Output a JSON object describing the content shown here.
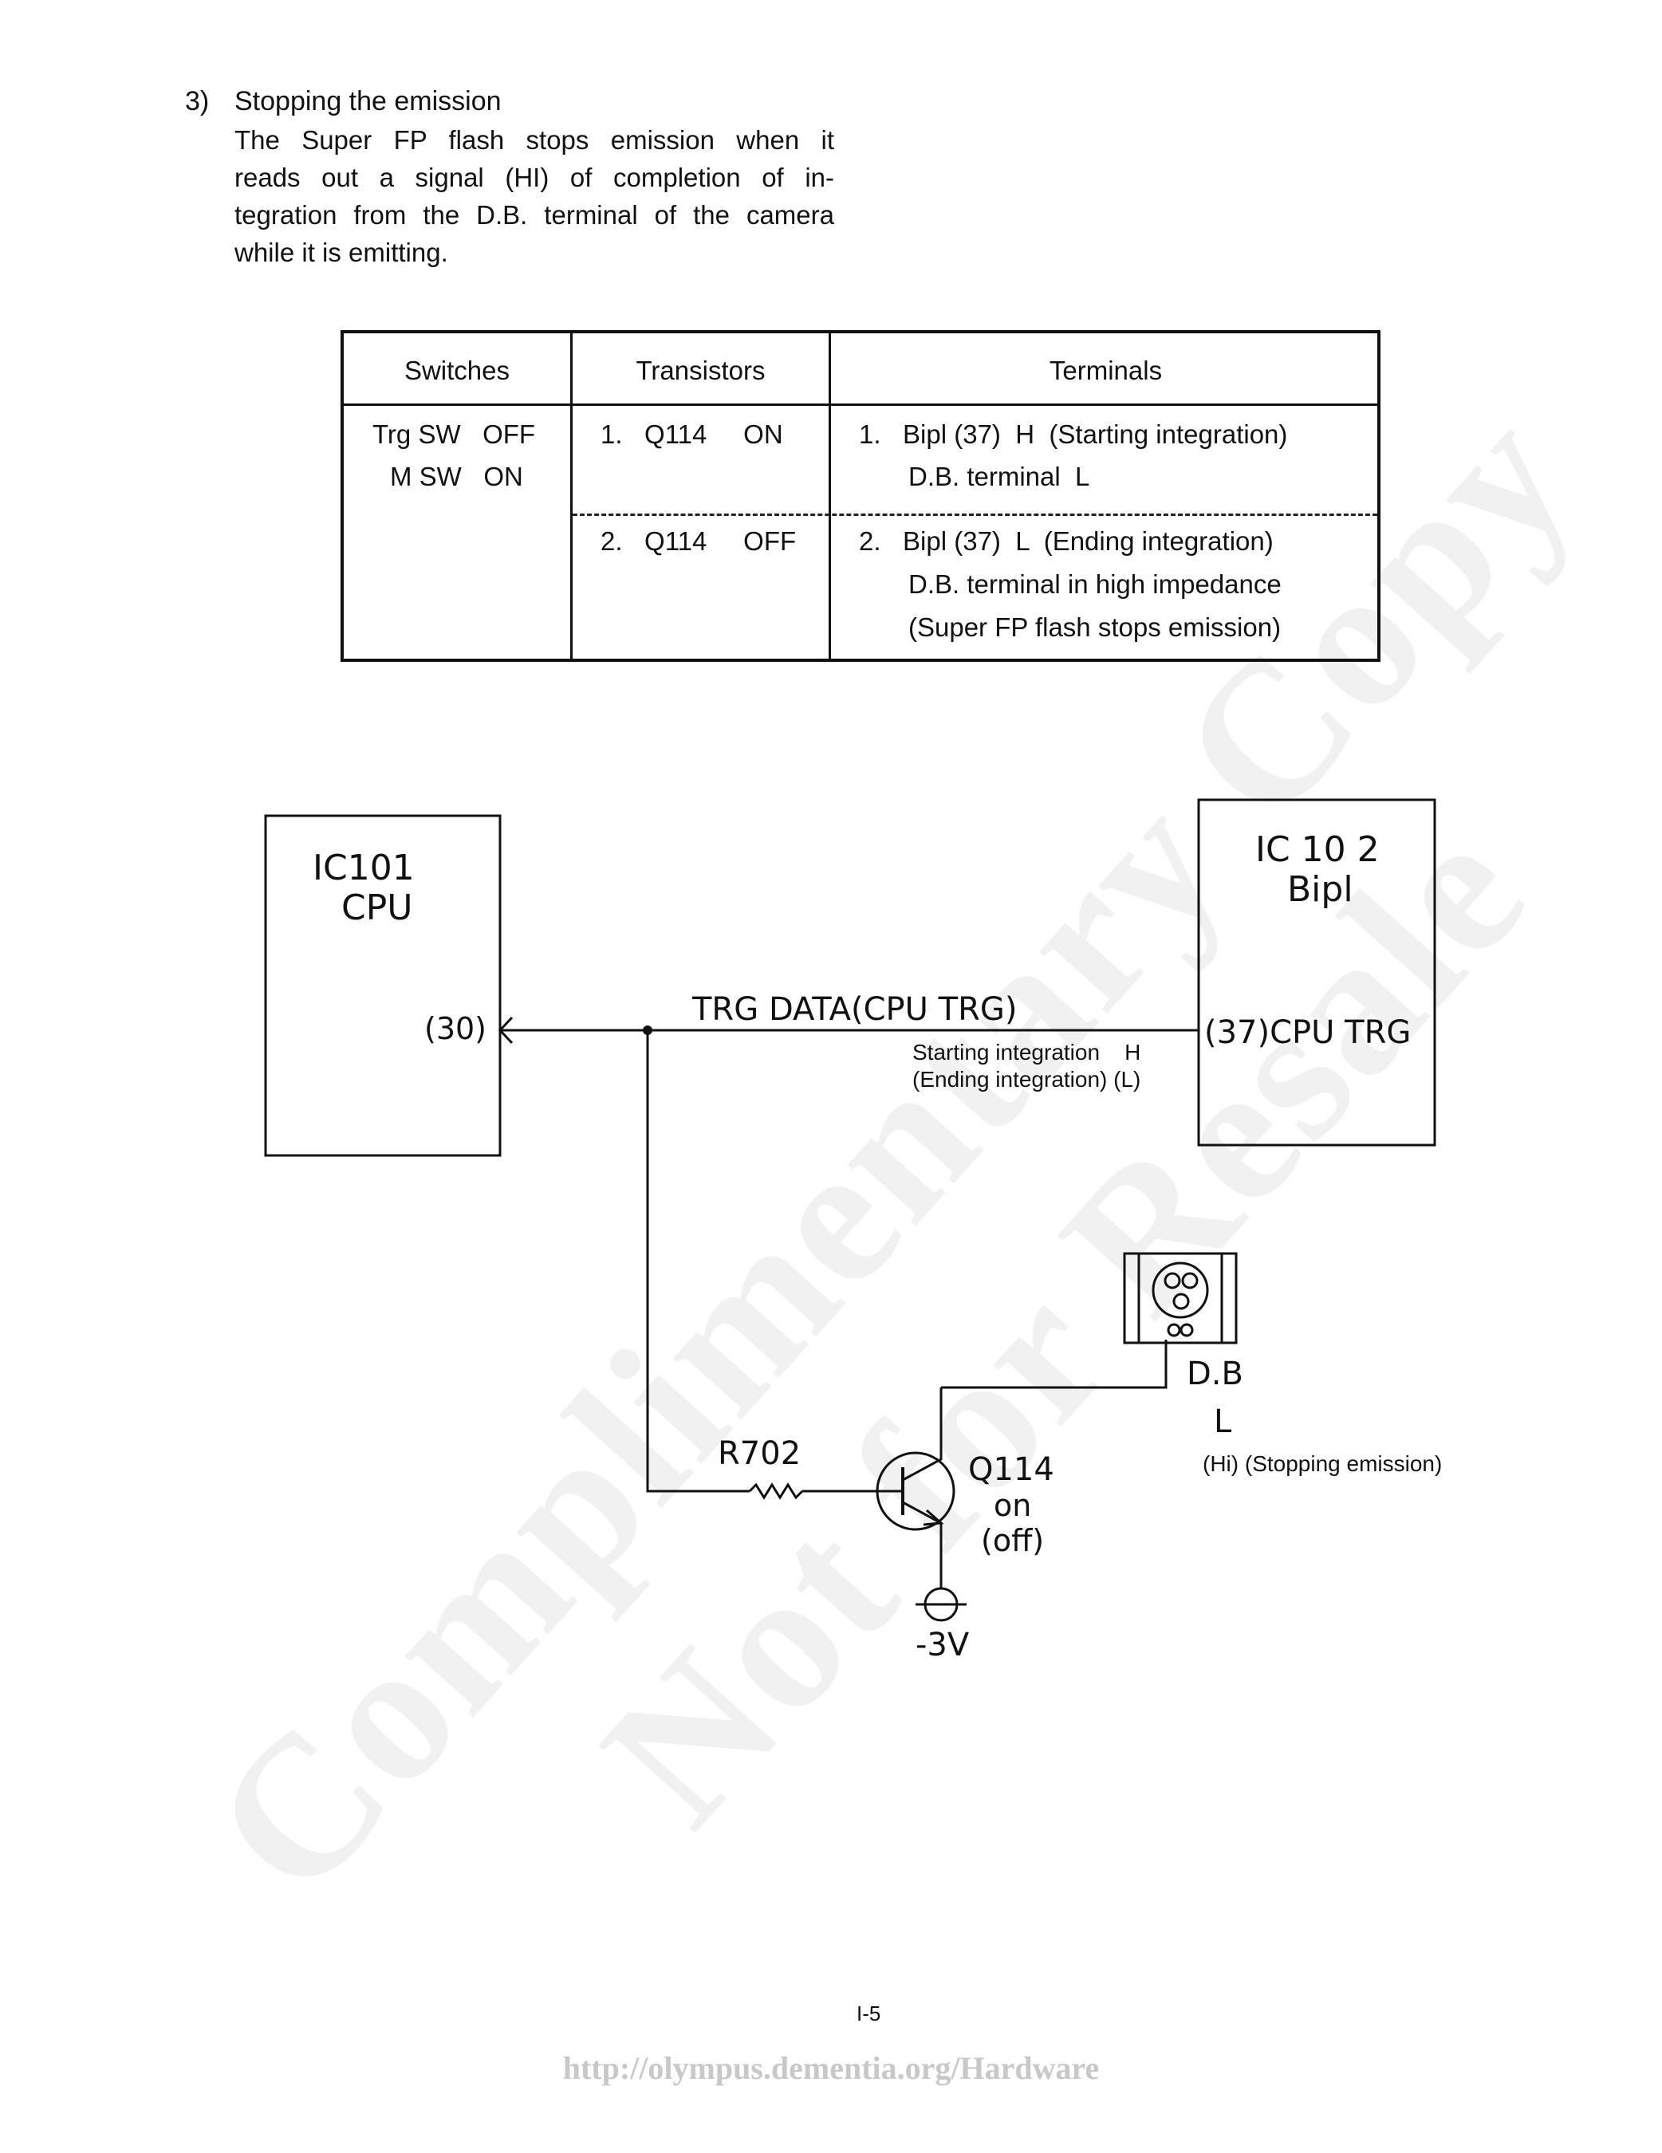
{
  "watermark": {
    "line1": "Complimentary Copy",
    "line2": "Not for Resale"
  },
  "section": {
    "number": "3)",
    "title": "Stopping the emission",
    "paragraph_lines": [
      "The Super FP flash stops emission when it",
      "reads out a signal (HI) of completion of in-",
      "tegration from the D.B. terminal of the camera",
      "while it is emitting."
    ]
  },
  "table": {
    "headers": [
      "Switches",
      "Transistors",
      "Terminals"
    ],
    "switches": [
      "Trg SW   OFF",
      "M SW   ON"
    ],
    "transistors": [
      "1.   Q114     ON",
      "2.   Q114     OFF"
    ],
    "terminals_row1": [
      "1.   Bipl (37)  H  (Starting integration)",
      "D.B. terminal  L"
    ],
    "terminals_row2": [
      "2.   Bipl (37)  L  (Ending integration)",
      "D.B. terminal in high impedance",
      "(Super FP flash stops emission)"
    ]
  },
  "circuit": {
    "ic101_line1": "IC101",
    "ic101_line2": "CPU",
    "pin30": "(30)",
    "trg_label": "TRG DATA(CPU TRG)",
    "starting": "Starting integration    H",
    "ending": "(Ending integration) (L)",
    "ic102_line1": "IC 10 2",
    "ic102_line2": "Bipl",
    "pin37": "(37)CPU TRG",
    "r702": "R702",
    "q114": "Q114",
    "q_on": "on",
    "q_off": "(off)",
    "db": "D.B",
    "db_level": "L",
    "hi_label": "(Hi) (Stopping emission)",
    "supply": "-3V"
  },
  "footer": {
    "page": "I-5",
    "url": "http://olympus.dementia.org/Hardware"
  }
}
